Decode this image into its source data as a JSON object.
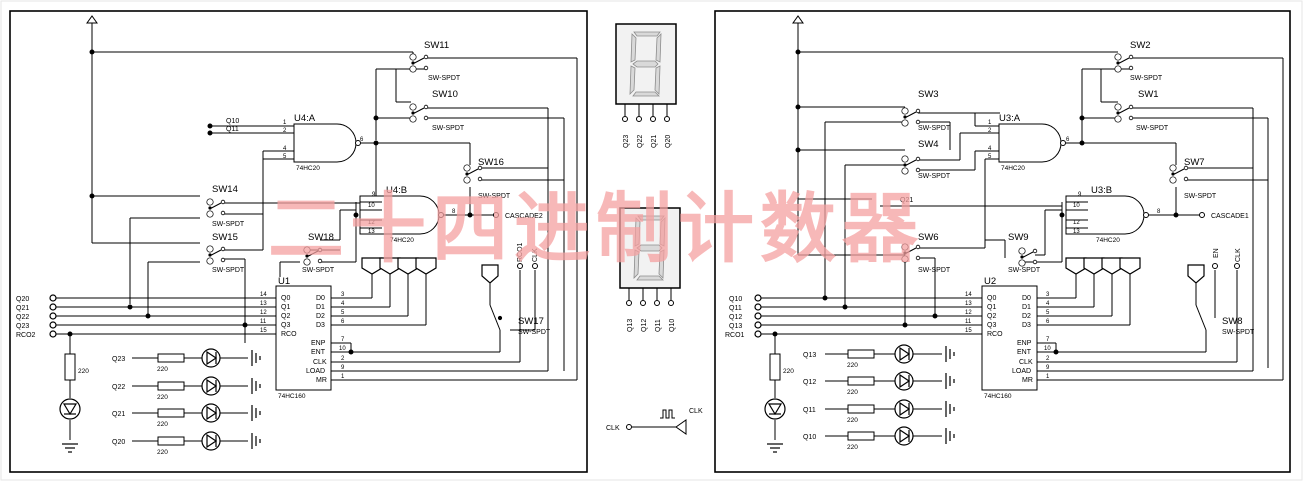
{
  "watermark": "二十四进制计数器",
  "left": {
    "counter": {
      "ref": "U1",
      "part": "74HC160",
      "pins_left": [
        "D0",
        "D1",
        "D2",
        "D3",
        "ENP",
        "ENT",
        "CLK",
        "LOAD",
        "MR"
      ],
      "pins_right": [
        "Q0",
        "Q1",
        "Q2",
        "Q3",
        "RCO"
      ],
      "nums_out": [
        "14",
        "13",
        "12",
        "11",
        "15"
      ],
      "nums_in": [
        "3",
        "4",
        "5",
        "6",
        "7",
        "10",
        "2",
        "9",
        "1"
      ]
    },
    "gate_a": {
      "ref": "U4:A",
      "part": "74HC20",
      "pins": [
        "1",
        "2",
        "4",
        "5"
      ],
      "out": "6"
    },
    "gate_b": {
      "ref": "U4:B",
      "part": "74HC20",
      "pins": [
        "9",
        "10",
        "12",
        "13"
      ],
      "out": "8"
    },
    "switches": [
      "SW11",
      "SW10",
      "SW16",
      "SW14",
      "SW15",
      "SW18",
      "SW17"
    ],
    "sw_type": "SW-SPDT",
    "nets_in": [
      "Q10",
      "Q11",
      "Q21"
    ],
    "ports": [
      "Q20",
      "Q21",
      "Q22",
      "Q23",
      "RCO2"
    ],
    "cascade": "CASCADE2",
    "rco": "RCO1",
    "clk": "CLK",
    "res_value": "220",
    "led_labels": [
      "Q23",
      "Q22",
      "Q21",
      "Q20"
    ]
  },
  "right": {
    "counter": {
      "ref": "U2",
      "part": "74HC160",
      "pins_left": [
        "D0",
        "D1",
        "D2",
        "D3",
        "ENP",
        "ENT",
        "CLK",
        "LOAD",
        "MR"
      ],
      "pins_right": [
        "Q0",
        "Q1",
        "Q2",
        "Q3",
        "RCO"
      ],
      "nums_out": [
        "14",
        "13",
        "12",
        "11",
        "15"
      ],
      "nums_in": [
        "3",
        "4",
        "5",
        "6",
        "7",
        "10",
        "2",
        "9",
        "1"
      ]
    },
    "gate_a": {
      "ref": "U3:A",
      "part": "74HC20",
      "pins": [
        "1",
        "2",
        "4",
        "5"
      ],
      "out": "6"
    },
    "gate_b": {
      "ref": "U3:B",
      "part": "74HC20",
      "pins": [
        "9",
        "10",
        "12",
        "13"
      ],
      "out": "8"
    },
    "switches": [
      "SW2",
      "SW3",
      "SW1",
      "SW4",
      "SW7",
      "SW6",
      "SW9",
      "SW8"
    ],
    "sw_type": "SW-SPDT",
    "net_q21": "Q21",
    "ports": [
      "Q10",
      "Q11",
      "Q12",
      "Q13",
      "RCO1"
    ],
    "cascade": "CASCADE1",
    "en": "EN",
    "clk": "CLK",
    "res_value": "220",
    "led_labels": [
      "Q13",
      "Q12",
      "Q11",
      "Q10"
    ]
  },
  "display_top": [
    "Q23",
    "Q22",
    "Q21",
    "Q20"
  ],
  "display_bottom": [
    "Q13",
    "Q12",
    "Q11",
    "Q10"
  ],
  "clock": {
    "port": "CLK",
    "gen": "CLK"
  }
}
